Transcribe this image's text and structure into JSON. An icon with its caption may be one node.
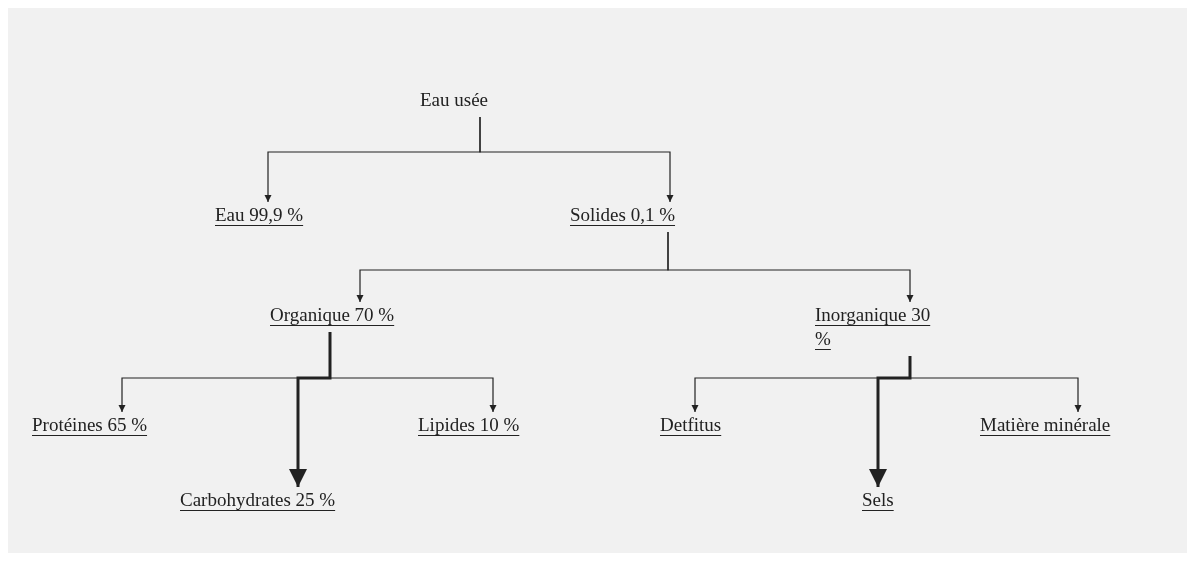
{
  "diagram": {
    "nodes": [
      {
        "text": [
          "Eau usée"
        ]
      },
      {
        "text": [
          "Eau 99,9 %"
        ]
      },
      {
        "text": [
          "Solides 0,1 %"
        ]
      },
      {
        "text": [
          "Organique 70 %"
        ]
      },
      {
        "text": [
          "Inorganique 30 %"
        ]
      },
      {
        "text": [
          "Protéines 65 %"
        ]
      },
      {
        "text": [
          "Carbohydrates 25 %"
        ]
      },
      {
        "text": [
          "Lipides 10 %"
        ]
      },
      {
        "text": [
          "Detfitus"
        ]
      },
      {
        "text": [
          "Sels"
        ]
      },
      {
        "text": [
          "Matière minérale"
        ]
      }
    ],
    "edges": [
      {
        "from": 0,
        "to": 1,
        "arrow": "to"
      },
      {
        "from": 0,
        "to": 2,
        "arrow": "to"
      },
      {
        "from": 2,
        "to": 3,
        "arrow": "to"
      },
      {
        "from": 2,
        "to": 4,
        "arrow": "to"
      },
      {
        "from": 3,
        "to": 5,
        "arrow": "to"
      },
      {
        "from": 3,
        "to": 6,
        "arrow": "to",
        "style": "thick"
      },
      {
        "from": 3,
        "to": 7,
        "arrow": "to"
      },
      {
        "from": 4,
        "to": 8,
        "arrow": "to"
      },
      {
        "from": 4,
        "to": 9,
        "arrow": "to",
        "style": "thick"
      },
      {
        "from": 4,
        "to": 10,
        "arrow": "to"
      }
    ]
  }
}
